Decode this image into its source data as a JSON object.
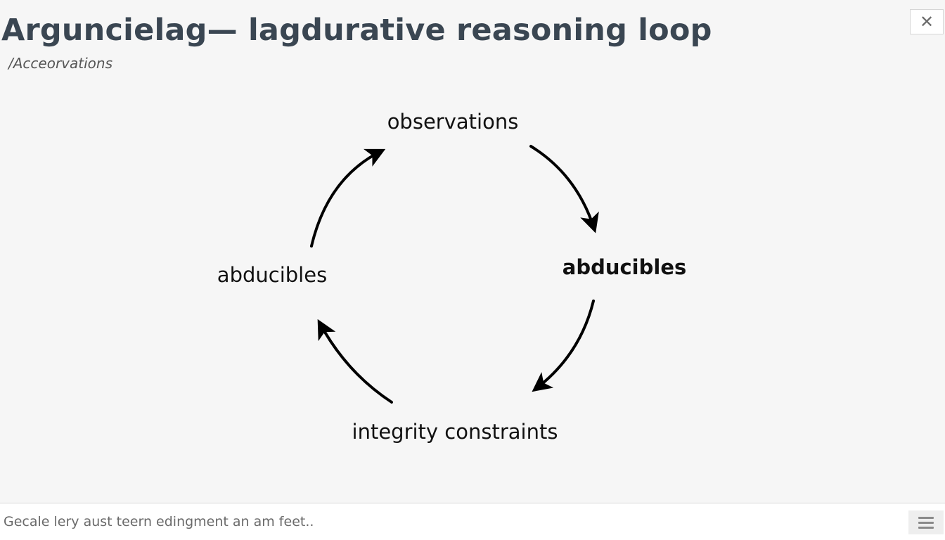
{
  "header": {
    "title": "Arguncielag— lagdurative reasoning loop",
    "breadcrumb": "/Acceorvations",
    "close_label": "✕"
  },
  "diagram": {
    "nodes": [
      {
        "id": "top",
        "label": "observations"
      },
      {
        "id": "right",
        "label": "abducibles"
      },
      {
        "id": "bottom",
        "label": "integrity constraints"
      },
      {
        "id": "left",
        "label": "abducibles"
      }
    ],
    "edges": [
      {
        "from": "top",
        "to": "right"
      },
      {
        "from": "right",
        "to": "bottom"
      },
      {
        "from": "bottom",
        "to": "left"
      },
      {
        "from": "left",
        "to": "top"
      }
    ]
  },
  "footer": {
    "input_placeholder": "Gecale lery aust teern edingment an am feet..",
    "input_value": ""
  },
  "icons": {
    "close": "close-icon",
    "menu": "menu-icon"
  }
}
